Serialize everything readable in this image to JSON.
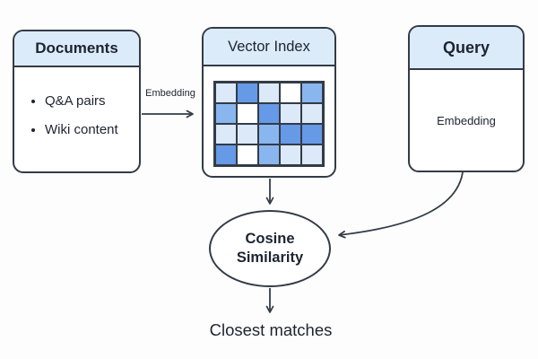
{
  "colors": {
    "border": "#333b47",
    "header_fill": "#dcebfa",
    "text": "#1d2430",
    "bg": "#fdfdfd",
    "cell_white": "#ffffff",
    "cell_light": "#dbe9f8",
    "cell_mid": "#8ab6ef",
    "cell_dark": "#6699e6"
  },
  "documents": {
    "title": "Documents",
    "items": [
      "Q&A pairs",
      "Wiki content"
    ]
  },
  "vector_index": {
    "title": "Vector Index"
  },
  "query": {
    "title": "Query",
    "body_label": "Embedding"
  },
  "edges": {
    "documents_to_index_label": "Embedding"
  },
  "cosine_similarity": {
    "line1": "Cosine",
    "line2": "Similarity"
  },
  "output_label": "Closest matches",
  "vector_grid": {
    "rows": 4,
    "cols": 5,
    "cells": [
      [
        "light",
        "dark",
        "light",
        "white",
        "mid"
      ],
      [
        "mid",
        "white",
        "dark",
        "light",
        "light"
      ],
      [
        "light",
        "light",
        "mid",
        "dark",
        "dark"
      ],
      [
        "dark",
        "white",
        "mid",
        "light",
        "light"
      ]
    ]
  }
}
